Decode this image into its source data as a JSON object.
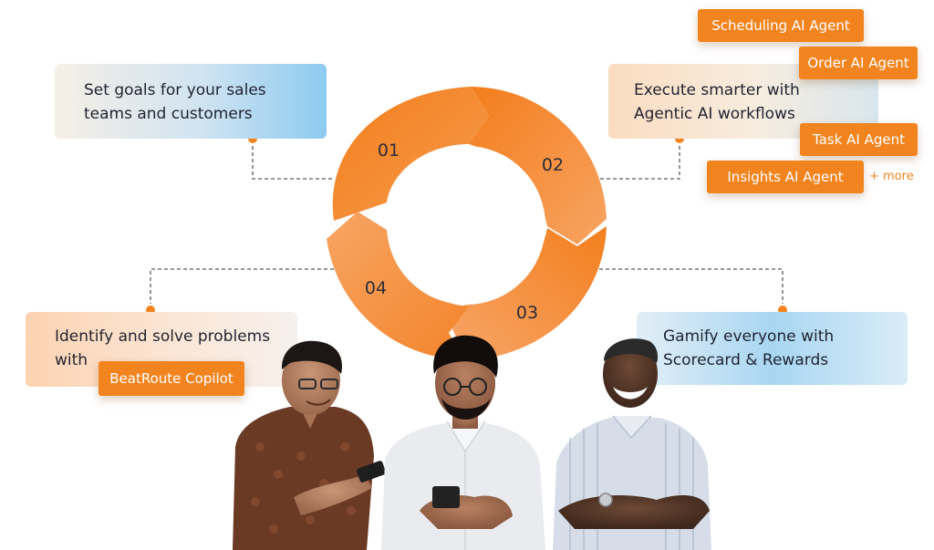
{
  "steps": [
    {
      "number": "01",
      "text": "Set goals for your sales teams and customers"
    },
    {
      "number": "02",
      "text": "Execute smarter with Agentic AI workflows"
    },
    {
      "number": "03",
      "text": "Gamify everyone with Scorecard & Rewards"
    },
    {
      "number": "04",
      "text_line1": "Identify and solve problems",
      "text_line2": "with"
    }
  ],
  "agents": [
    "Scheduling AI Agent",
    "Order AI Agent",
    "Task AI Agent",
    "Insights AI Agent"
  ],
  "more_label": "+ more",
  "copilot_label": "BeatRoute Copilot",
  "colors": {
    "accent": "#f2841f",
    "accent_light": "#f9a35c",
    "connector": "#555a66"
  }
}
